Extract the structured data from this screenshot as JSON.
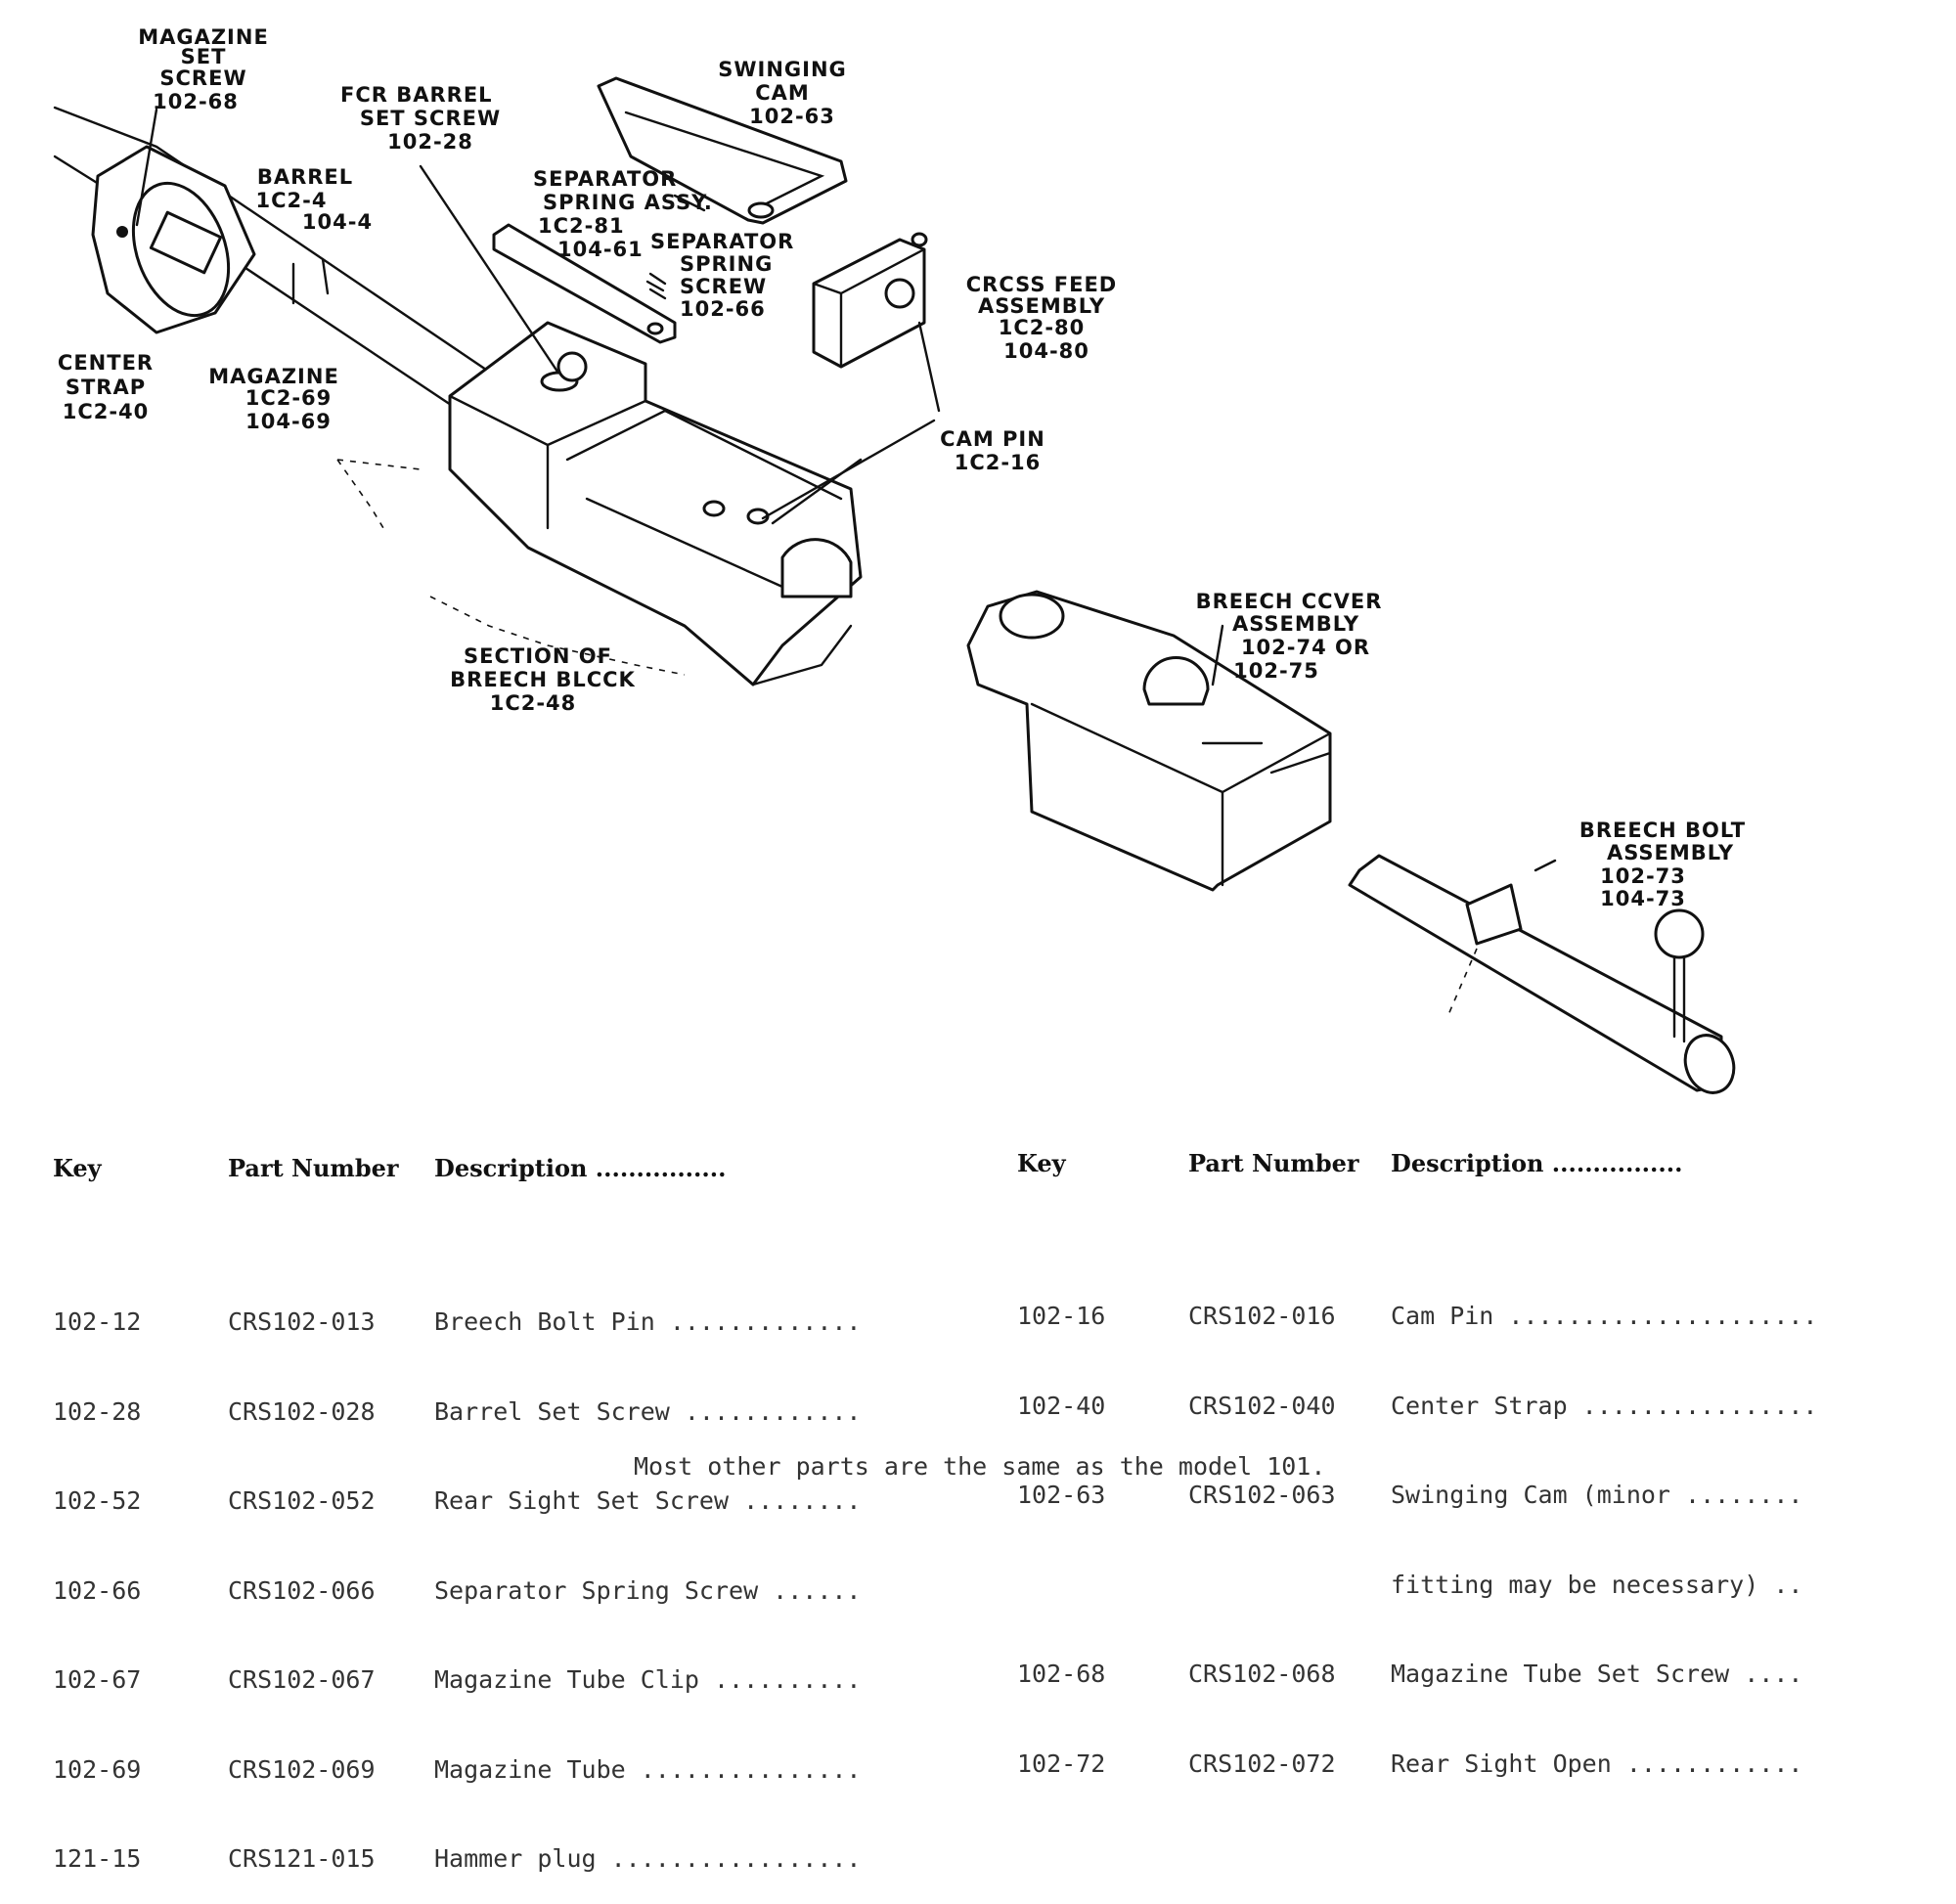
{
  "callouts": {
    "magazine_set_screw": [
      "MAGAZINE",
      "SET",
      "SCREW",
      "102-68"
    ],
    "for_barrel_set_screw": [
      "FCR BARREL",
      "SET SCREW",
      "102-28"
    ],
    "swinging_cam": [
      "SWINGING",
      "CAM",
      "102-63"
    ],
    "barrel": [
      "BARREL",
      "1C2-4",
      "104-4"
    ],
    "separator_spring_assy": [
      "SEPARATOR",
      "SPRING ASSY.",
      "1C2-81",
      "104-61"
    ],
    "separator_spring_screw": [
      "SEPARATOR",
      "SPRING",
      "SCREW",
      "102-66"
    ],
    "cross_feed_assembly": [
      "CRCSS FEED",
      "ASSEMBLY",
      "1C2-80",
      "104-80"
    ],
    "center_strap": [
      "CENTER",
      "STRAP",
      "1C2-40"
    ],
    "magazine": [
      "MAGAZINE",
      "1C2-69",
      "104-69"
    ],
    "cam_pin": [
      "CAM PIN",
      "1C2-16"
    ],
    "breech_cover_assembly": [
      "BREECH CCVER",
      "ASSEMBLY",
      "102-74 OR",
      "102-75"
    ],
    "section_of_breech_block": [
      "SECTION OF",
      "BREECH BLCCK",
      "1C2-48"
    ],
    "breech_bolt_assembly": [
      "BREECH BOLT",
      "ASSEMBLY",
      "102-73",
      "104-73"
    ]
  },
  "parts_table": {
    "headers": {
      "key": "Key",
      "part_number": "Part Number",
      "description": "Description ................"
    },
    "left_rows": [
      {
        "key": "102-12",
        "part": "CRS102-013",
        "desc": "Breech Bolt Pin ............."
      },
      {
        "key": "102-28",
        "part": "CRS102-028",
        "desc": "Barrel Set Screw ............"
      },
      {
        "key": "102-52",
        "part": "CRS102-052",
        "desc": "Rear Sight Set Screw ........"
      },
      {
        "key": "102-66",
        "part": "CRS102-066",
        "desc": "Separator Spring Screw ......"
      },
      {
        "key": "102-67",
        "part": "CRS102-067",
        "desc": "Magazine Tube Clip .........."
      },
      {
        "key": "102-69",
        "part": "CRS102-069",
        "desc": "Magazine Tube ..............."
      },
      {
        "key": "121-15",
        "part": "CRS121-015",
        "desc": "Hammer plug ................."
      }
    ],
    "right_rows": [
      {
        "key": "102-16",
        "part": "CRS102-016",
        "desc": "Cam Pin ....................."
      },
      {
        "key": "102-40",
        "part": "CRS102-040",
        "desc": "Center Strap ................"
      },
      {
        "key": "102-63",
        "part": "CRS102-063",
        "desc": "Swinging Cam (minor ........"
      },
      {
        "key": "",
        "part": "",
        "desc": "fitting may be necessary) .."
      },
      {
        "key": "102-68",
        "part": "CRS102-068",
        "desc": "Magazine Tube Set Screw ...."
      },
      {
        "key": "102-72",
        "part": "CRS102-072",
        "desc": "Rear Sight Open ............"
      }
    ],
    "note": "Most other parts are the same as the model 101."
  }
}
